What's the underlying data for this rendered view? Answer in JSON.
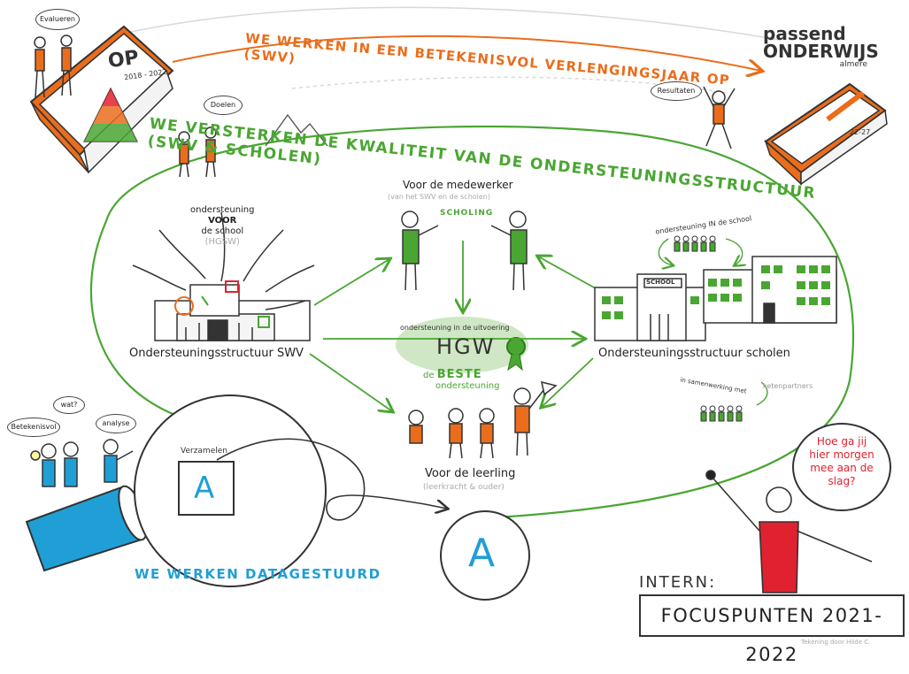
{
  "logo": {
    "line1": "passend",
    "line2": "ONDERWIJS",
    "line3": "almere"
  },
  "top_banner": "WE WERKEN IN EEN BETEKENISVOL VERLENGINGSJAAR OP (SWV)",
  "green_banner": "WE VERSTERKEN DE KWALITEIT VAN DE ONDERSTEUNINGSSTRUCTUUR (SWV & SCHOLEN)",
  "book_left": {
    "title": "OP",
    "years": "2018 - 2022",
    "bubble_left": "Evalueren",
    "bubble_right": "Doelen"
  },
  "book_right": {
    "years": "22-27",
    "bubble": "Resultaten"
  },
  "swv": {
    "caption": "Ondersteuningsstructuur SWV",
    "note_line1": "ondersteuning",
    "note_line2": "VOOR",
    "note_line3": "de school",
    "note_line4": "(HGSW)"
  },
  "employee": {
    "title": "Voor de medewerker",
    "sub": "(van het SWV en de scholen)",
    "badge": "SCHOLING"
  },
  "center": {
    "arc_text": "ondersteuning in de uitvoering",
    "label": "HGW"
  },
  "best": {
    "line1": "de",
    "line2": "BESTE",
    "line3": "ondersteuning"
  },
  "student": {
    "title": "Voor de leerling",
    "sub": "(leerkracht & ouder)"
  },
  "schools": {
    "caption": "Ondersteuningsstructuur scholen",
    "top_note": "ondersteuning IN de school",
    "sign": "SCHOOL",
    "bottom_note": "in samenwerking met",
    "partners": "ketenpartners"
  },
  "data": {
    "bubble1": "Betekenisvol",
    "bubble2": "wat?",
    "bubble3": "analyse",
    "collect": "Verzamelen",
    "letter": "A",
    "banner": "WE WERKEN DATAGESTUURD"
  },
  "question": {
    "line1": "Hoe ga jij",
    "line2": "hier morgen",
    "line3": "mee aan de",
    "line4": "slag?"
  },
  "intern": {
    "label": "INTERN:",
    "title": "FOCUSPUNTEN 2021-2022"
  },
  "credit": "Tekening door Hilde C."
}
